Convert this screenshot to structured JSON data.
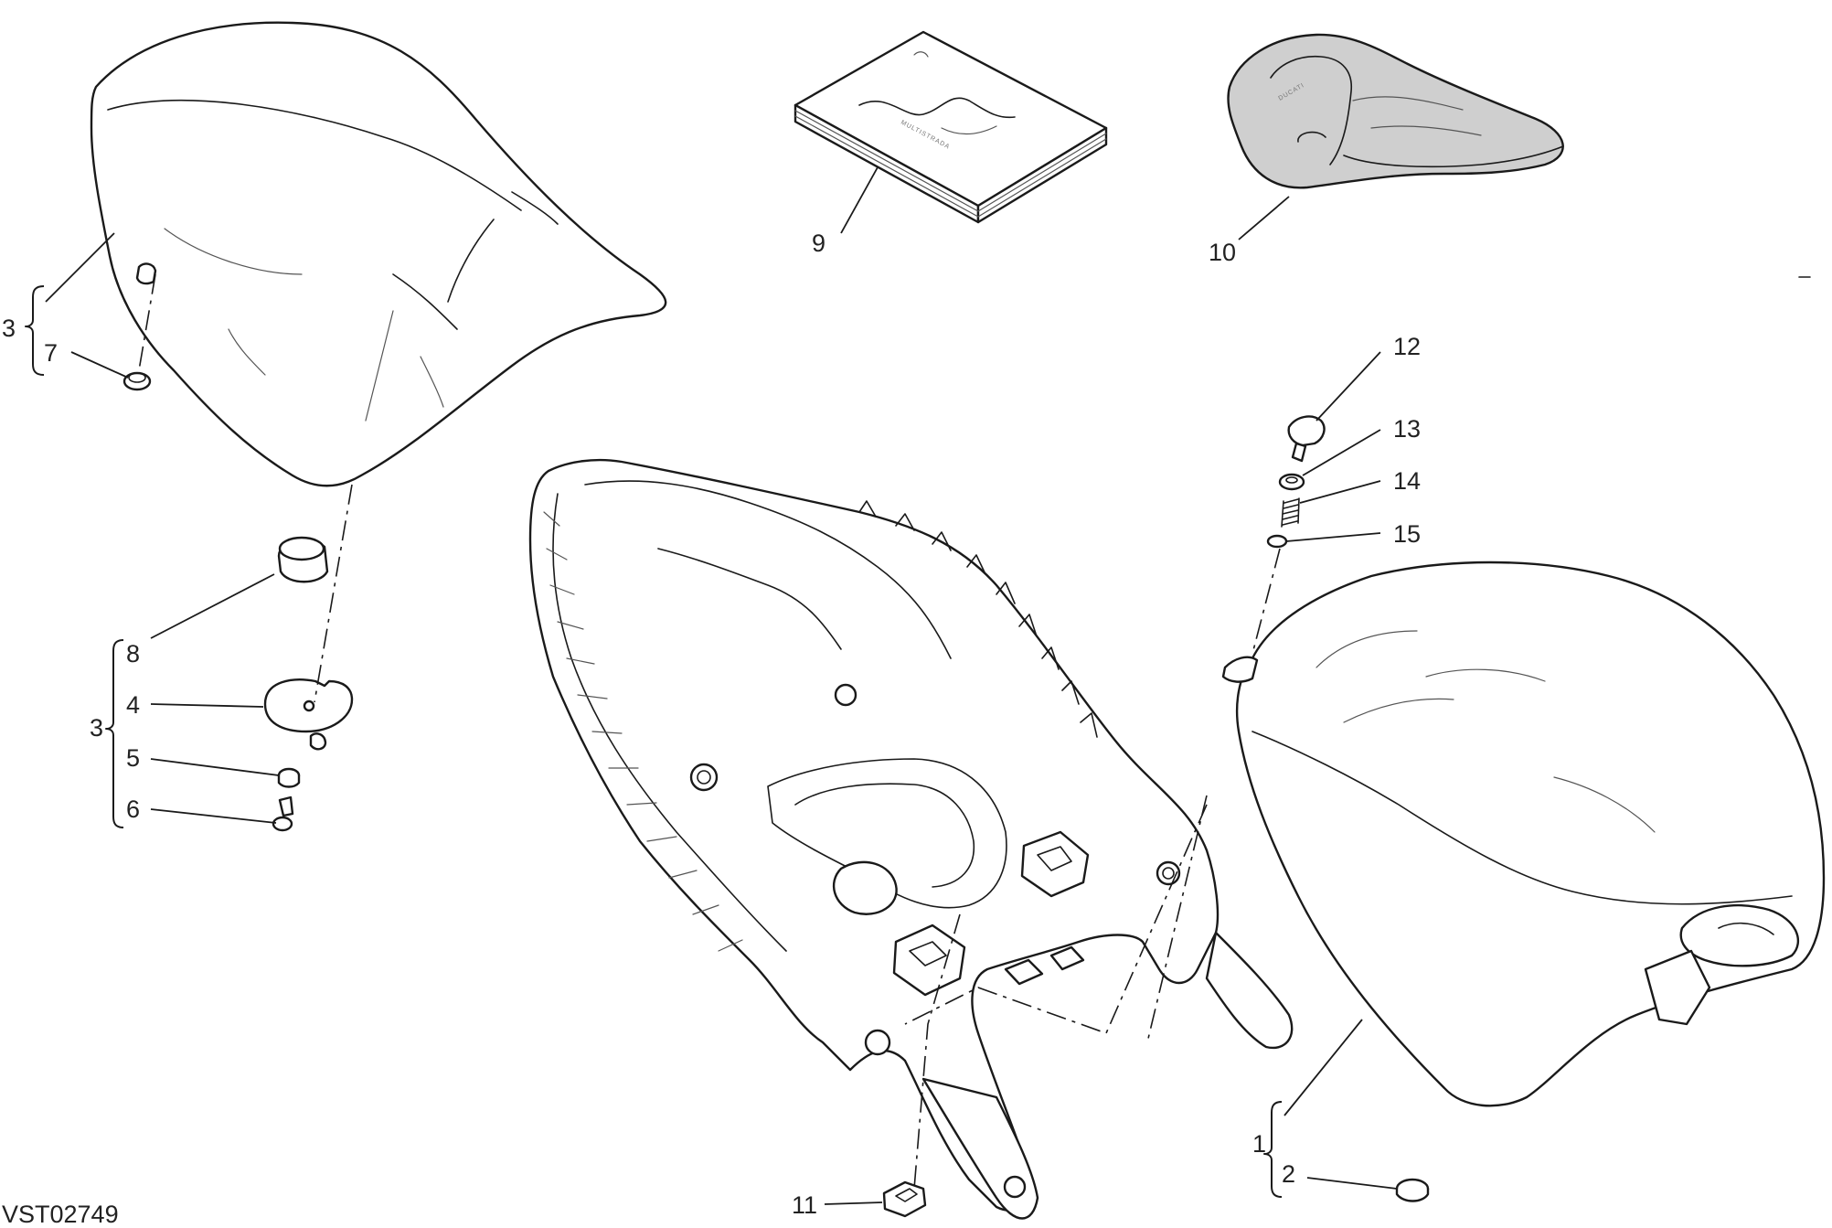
{
  "diagram": {
    "drawing_code": "VST02749",
    "manual_cover_text": "MULTISTRADA",
    "cushion_logo_text": "DUCATI",
    "callouts": [
      {
        "id": "c1",
        "label": "1"
      },
      {
        "id": "c2",
        "label": "2"
      },
      {
        "id": "c3a",
        "label": "3"
      },
      {
        "id": "c3b",
        "label": "3"
      },
      {
        "id": "c4",
        "label": "4"
      },
      {
        "id": "c5",
        "label": "5"
      },
      {
        "id": "c6",
        "label": "6"
      },
      {
        "id": "c7",
        "label": "7"
      },
      {
        "id": "c8",
        "label": "8"
      },
      {
        "id": "c9",
        "label": "9"
      },
      {
        "id": "c10",
        "label": "10"
      },
      {
        "id": "c11",
        "label": "11"
      },
      {
        "id": "c12",
        "label": "12"
      },
      {
        "id": "c13",
        "label": "13"
      },
      {
        "id": "c14",
        "label": "14"
      },
      {
        "id": "c15",
        "label": "15"
      }
    ]
  }
}
